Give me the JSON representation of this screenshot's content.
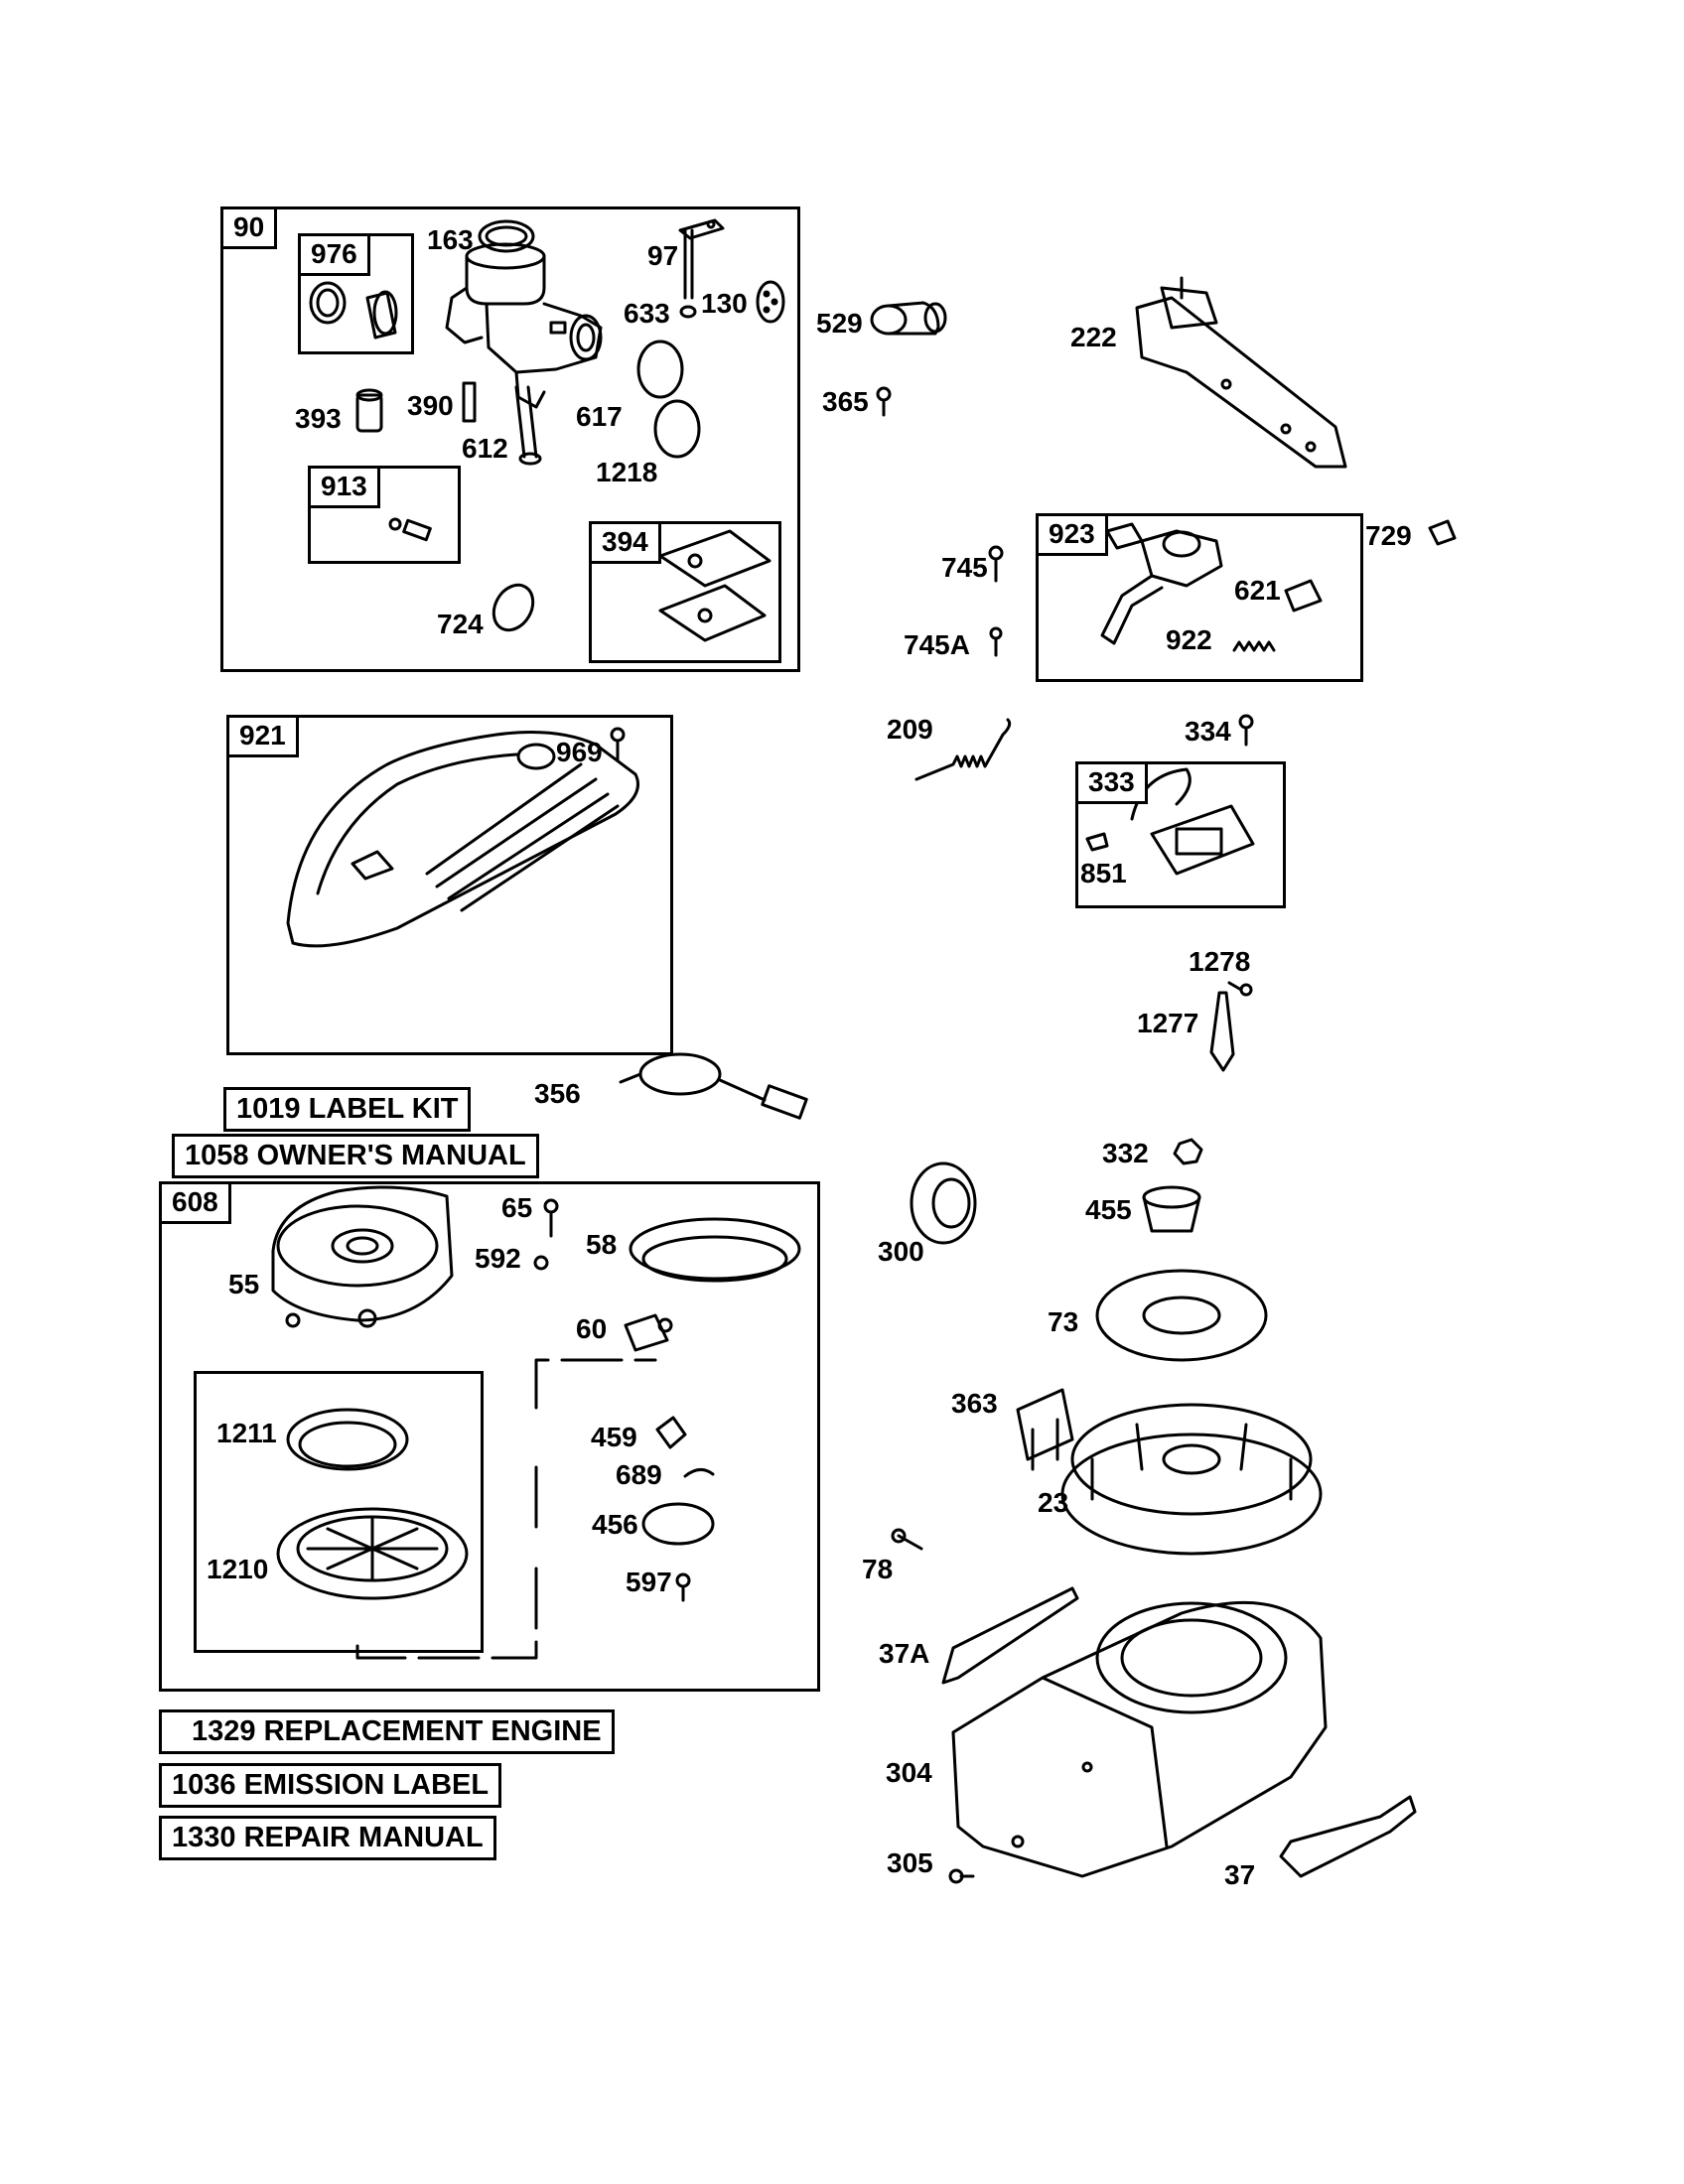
{
  "groups": {
    "g90": "90",
    "g976": "976",
    "g913": "913",
    "g394": "394",
    "g921": "921",
    "g923": "923",
    "g333": "333",
    "g608": "608"
  },
  "kits": {
    "label_kit": "1019 LABEL KIT",
    "owners_manual": "1058 OWNER'S MANUAL",
    "replacement_engine": "1329 REPLACEMENT ENGINE",
    "emission_label": "1036 EMISSION LABEL",
    "repair_manual": "1330 REPAIR MANUAL"
  },
  "parts": {
    "p163": "163",
    "p97": "97",
    "p633": "633",
    "p130": "130",
    "p393": "393",
    "p390": "390",
    "p617": "617",
    "p612": "612",
    "p1218": "1218",
    "p724": "724",
    "p529": "529",
    "p365": "365",
    "p222": "222",
    "p745": "745",
    "p745a": "745A",
    "p621": "621",
    "p922": "922",
    "p729": "729",
    "p969": "969",
    "p209": "209",
    "p334": "334",
    "p851": "851",
    "p1278": "1278",
    "p1277": "1277",
    "p356": "356",
    "p65": "65",
    "p592": "592",
    "p58": "58",
    "p55": "55",
    "p60": "60",
    "p1211": "1211",
    "p1210": "1210",
    "p459": "459",
    "p689": "689",
    "p456": "456",
    "p597": "597",
    "p300": "300",
    "p332": "332",
    "p455": "455",
    "p73": "73",
    "p363": "363",
    "p23": "23",
    "p78": "78",
    "p37a": "37A",
    "p304": "304",
    "p305": "305",
    "p37": "37"
  }
}
